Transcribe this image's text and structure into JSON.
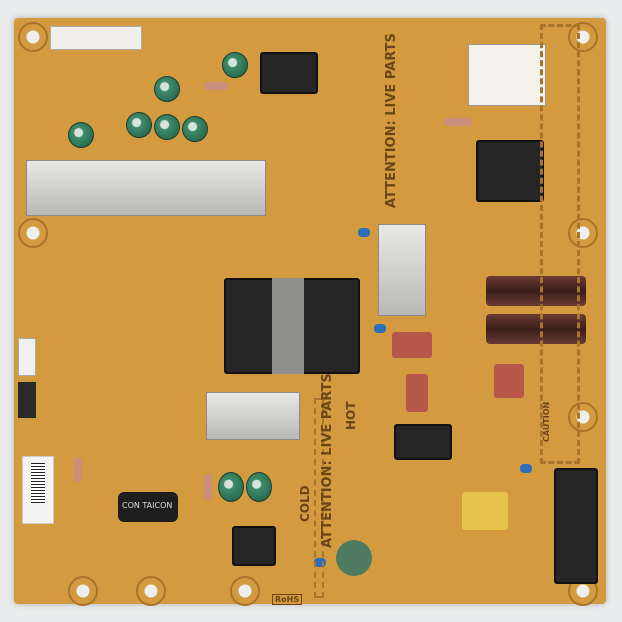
{
  "board": {
    "warning_top": "ATTENTION: LIVE PARTS",
    "warning_middle": "ATTENTION: LIVE PARTS",
    "hot_label": "HOT",
    "cold_label": "COLD",
    "capacitor_brand": "CON TAICON",
    "rohs_label": "RoHS",
    "caution_label": "CAUTION",
    "colors": {
      "pcb": "#d49a3f",
      "silkscreen": "#6a4515",
      "heatsink": "#cfd0ce"
    }
  }
}
